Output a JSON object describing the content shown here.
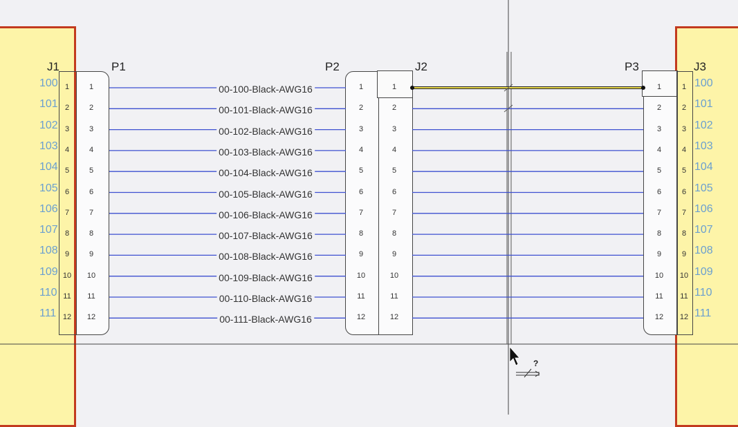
{
  "connectors": {
    "j1": "J1",
    "p1": "P1",
    "p2": "P2",
    "j2": "J2",
    "p3": "P3",
    "j3": "J3"
  },
  "pins": [
    "1",
    "2",
    "3",
    "4",
    "5",
    "6",
    "7",
    "8",
    "9",
    "10",
    "11",
    "12"
  ],
  "circuit_numbers": [
    "100",
    "101",
    "102",
    "103",
    "104",
    "105",
    "106",
    "107",
    "108",
    "109",
    "110",
    "111"
  ],
  "wire_labels": [
    "00-100-Black-AWG16",
    "00-101-Black-AWG16",
    "00-102-Black-AWG16",
    "00-103-Black-AWG16",
    "00-104-Black-AWG16",
    "00-105-Black-AWG16",
    "00-106-Black-AWG16",
    "00-107-Black-AWG16",
    "00-108-Black-AWG16",
    "00-109-Black-AWG16",
    "00-110-Black-AWG16",
    "00-111-Black-AWG16"
  ],
  "cursor": {
    "hint_symbol": "?"
  },
  "colors": {
    "background": "#f1f1f4",
    "harness_panel_fill": "#fdf4a8",
    "harness_panel_border": "#c23a1e",
    "wire": "#3c4fd0",
    "selected_wire": "#e6d64a",
    "circuit_number": "#6a9fd0"
  },
  "icons": {
    "cursor": "arrow-pointer-icon",
    "wire_tool": "wire-tool-icon"
  }
}
